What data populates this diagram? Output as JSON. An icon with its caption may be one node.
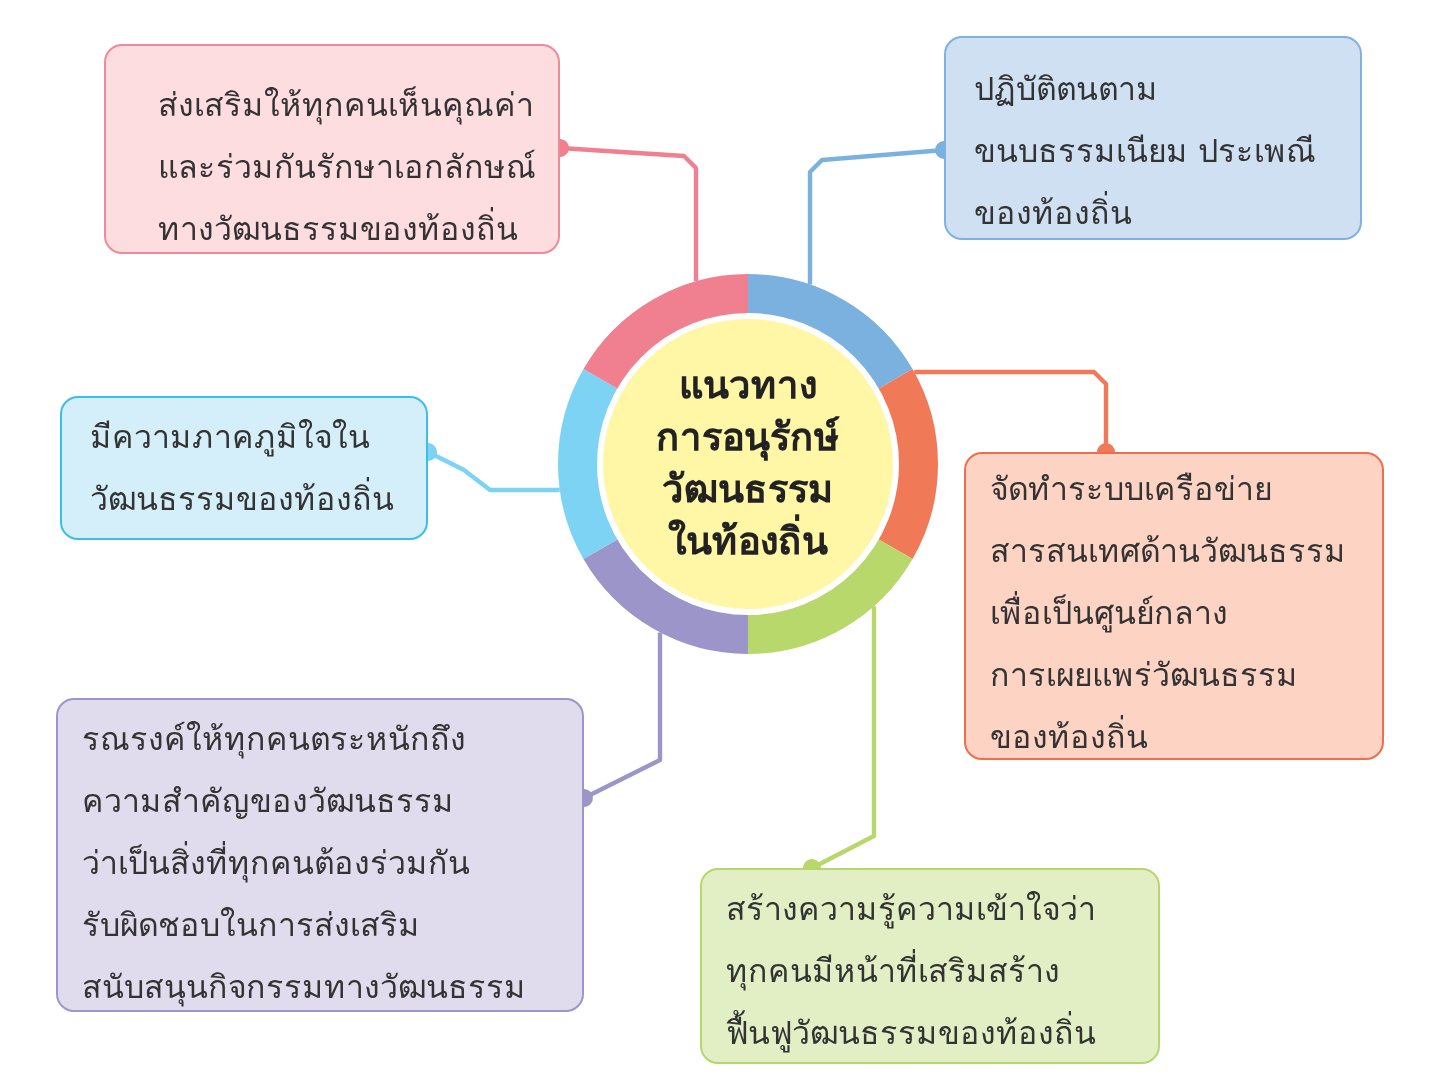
{
  "diagram": {
    "nodes": [
      {
        "text": [
          "แนวทาง การอนุรักษ์ วัฒนธรรม ในท้องถิ่น"
        ]
      },
      {
        "text": [
          "ส่งเสริมให้ทุกคนเห็นคุณค่า และร่วมกันรักษาเอกลักษณ์ ทางวัฒนธรรมของท้องถิ่น"
        ]
      },
      {
        "text": [
          "ปฏิบัติตนตาม ขนบธรรมเนียม ประเพณี ของท้องถิ่น"
        ]
      },
      {
        "text": [
          "มีความภาคภูมิใจใน วัฒนธรรมของท้องถิ่น"
        ]
      },
      {
        "text": [
          "จัดทำระบบเครือข่าย สารสนเทศด้านวัฒนธรรม เพื่อเป็นศูนย์กลาง การเผยแพร่วัฒนธรรม ของท้องถิ่น"
        ]
      },
      {
        "text": [
          "รณรงค์ให้ทุกคนตระหนักถึง ความสำคัญของวัฒนธรรม ว่าเป็นสิ่งที่ทุกคนต้องร่วมกัน รับผิดชอบในการส่งเสริม สนับสนุนกิจกรรมทางวัฒนธรรม"
        ]
      },
      {
        "text": [
          "สร้างความรู้ความเข้าใจว่า ทุกคนมีหน้าที่เสริมสร้าง ฟื้นฟูวัฒนธรรมของท้องถิ่น"
        ]
      }
    ],
    "edges": [
      {
        "from": 0,
        "to": 1,
        "arrow": "other",
        "color": "#f07f90"
      },
      {
        "from": 0,
        "to": 2,
        "arrow": "other",
        "color": "#7bb1df"
      },
      {
        "from": 0,
        "to": 3,
        "arrow": "other",
        "color": "#7dd3f3"
      },
      {
        "from": 0,
        "to": 4,
        "arrow": "other",
        "color": "#f07a58"
      },
      {
        "from": 0,
        "to": 5,
        "arrow": "other",
        "color": "#9b95c9"
      },
      {
        "from": 0,
        "to": 6,
        "arrow": "other",
        "color": "#b9d86c"
      }
    ]
  }
}
